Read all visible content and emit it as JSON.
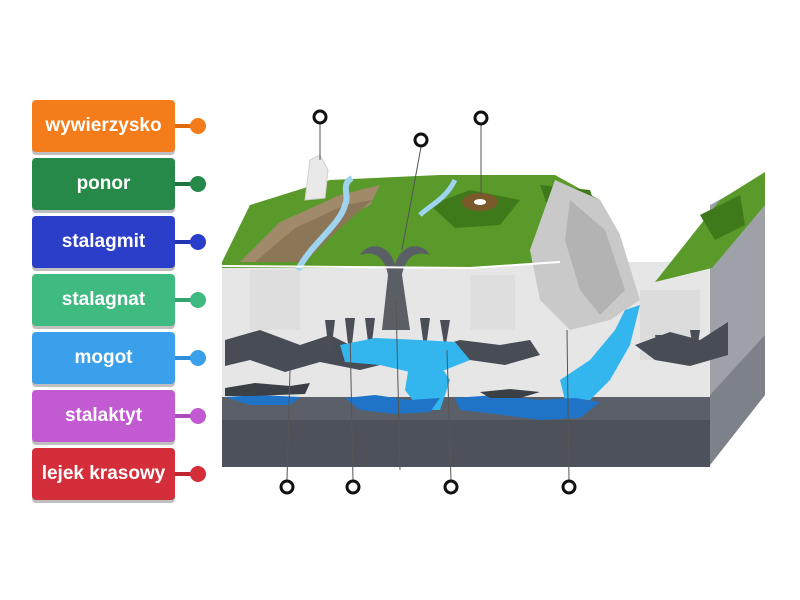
{
  "labels": [
    {
      "text": "wywierzysko",
      "color": "#f57c1a",
      "dark": "#e06a0c"
    },
    {
      "text": "ponor",
      "color": "#26894a",
      "dark": "#1f773e"
    },
    {
      "text": "stalagmit",
      "color": "#2a3ec9",
      "dark": "#2233b3"
    },
    {
      "text": "stalagnat",
      "color": "#3fba80",
      "dark": "#35a56f"
    },
    {
      "text": "mogot",
      "color": "#3aa0ec",
      "dark": "#2d8fd9"
    },
    {
      "text": "stalaktyt",
      "color": "#c25ad2",
      "dark": "#ad4bbd"
    },
    {
      "text": "lejek krasowy",
      "color": "#d42e3a",
      "dark": "#bf2430"
    }
  ],
  "colors": {
    "grass": "#5a9a2a",
    "grass_dark": "#3f7a1a",
    "rock": "#e6e6e6",
    "rock_shade": "#bdbdbd",
    "dark_rock": "#474c55",
    "water": "#33b6ee",
    "deep_water": "#1f74c8"
  }
}
